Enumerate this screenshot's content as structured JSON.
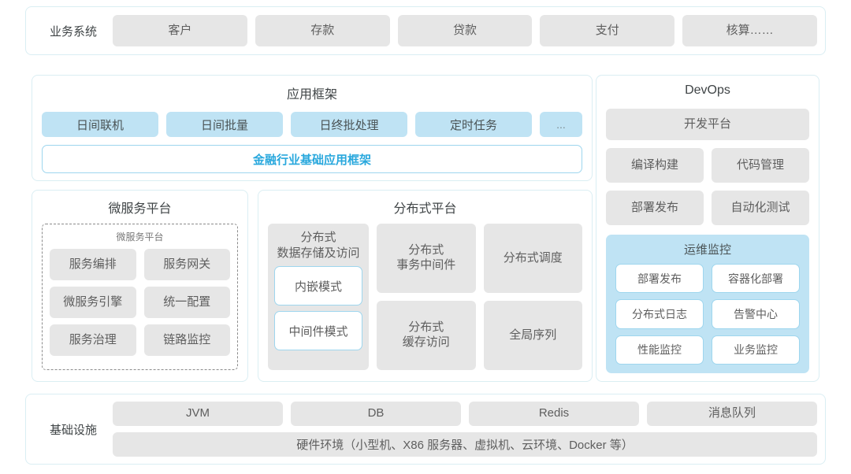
{
  "business": {
    "label": "业务系统",
    "items": [
      "客户",
      "存款",
      "贷款",
      "支付",
      "核算……"
    ]
  },
  "app_framework": {
    "title": "应用框架",
    "chips": [
      "日间联机",
      "日间批量",
      "日终批处理",
      "定时任务"
    ],
    "more_chip": "...",
    "base_label": "金融行业基础应用框架",
    "base_color": "#29a8dd"
  },
  "microservice": {
    "title": "微服务平台",
    "inner_title": "微服务平台",
    "items": [
      "服务编排",
      "服务网关",
      "微服务引擎",
      "统一配置",
      "服务治理",
      "链路监控"
    ]
  },
  "distributed": {
    "title": "分布式平台",
    "storage": {
      "title": "分布式\n数据存储及访问",
      "modes": [
        "内嵌模式",
        "中间件模式"
      ]
    },
    "items": [
      "分布式\n事务中间件",
      "分布式调度",
      "分布式\n缓存访问",
      "全局序列"
    ]
  },
  "devops": {
    "title": "DevOps",
    "platform": "开发平台",
    "items": [
      "编译构建",
      "代码管理",
      "部署发布",
      "自动化测试"
    ],
    "ops": {
      "title": "运维监控",
      "items": [
        "部署发布",
        "容器化部署",
        "分布式日志",
        "告警中心",
        "性能监控",
        "业务监控"
      ]
    }
  },
  "infrastructure": {
    "label": "基础设施",
    "items": [
      "JVM",
      "DB",
      "Redis",
      "消息队列"
    ],
    "hardware": "硬件环境（小型机、X86 服务器、虚拟机、云环境、Docker 等）"
  },
  "theme": {
    "card_border": "#daeef3",
    "chip_gray": "#e6e6e6",
    "chip_blue": "#bfe3f4",
    "accent": "#29a8dd"
  }
}
